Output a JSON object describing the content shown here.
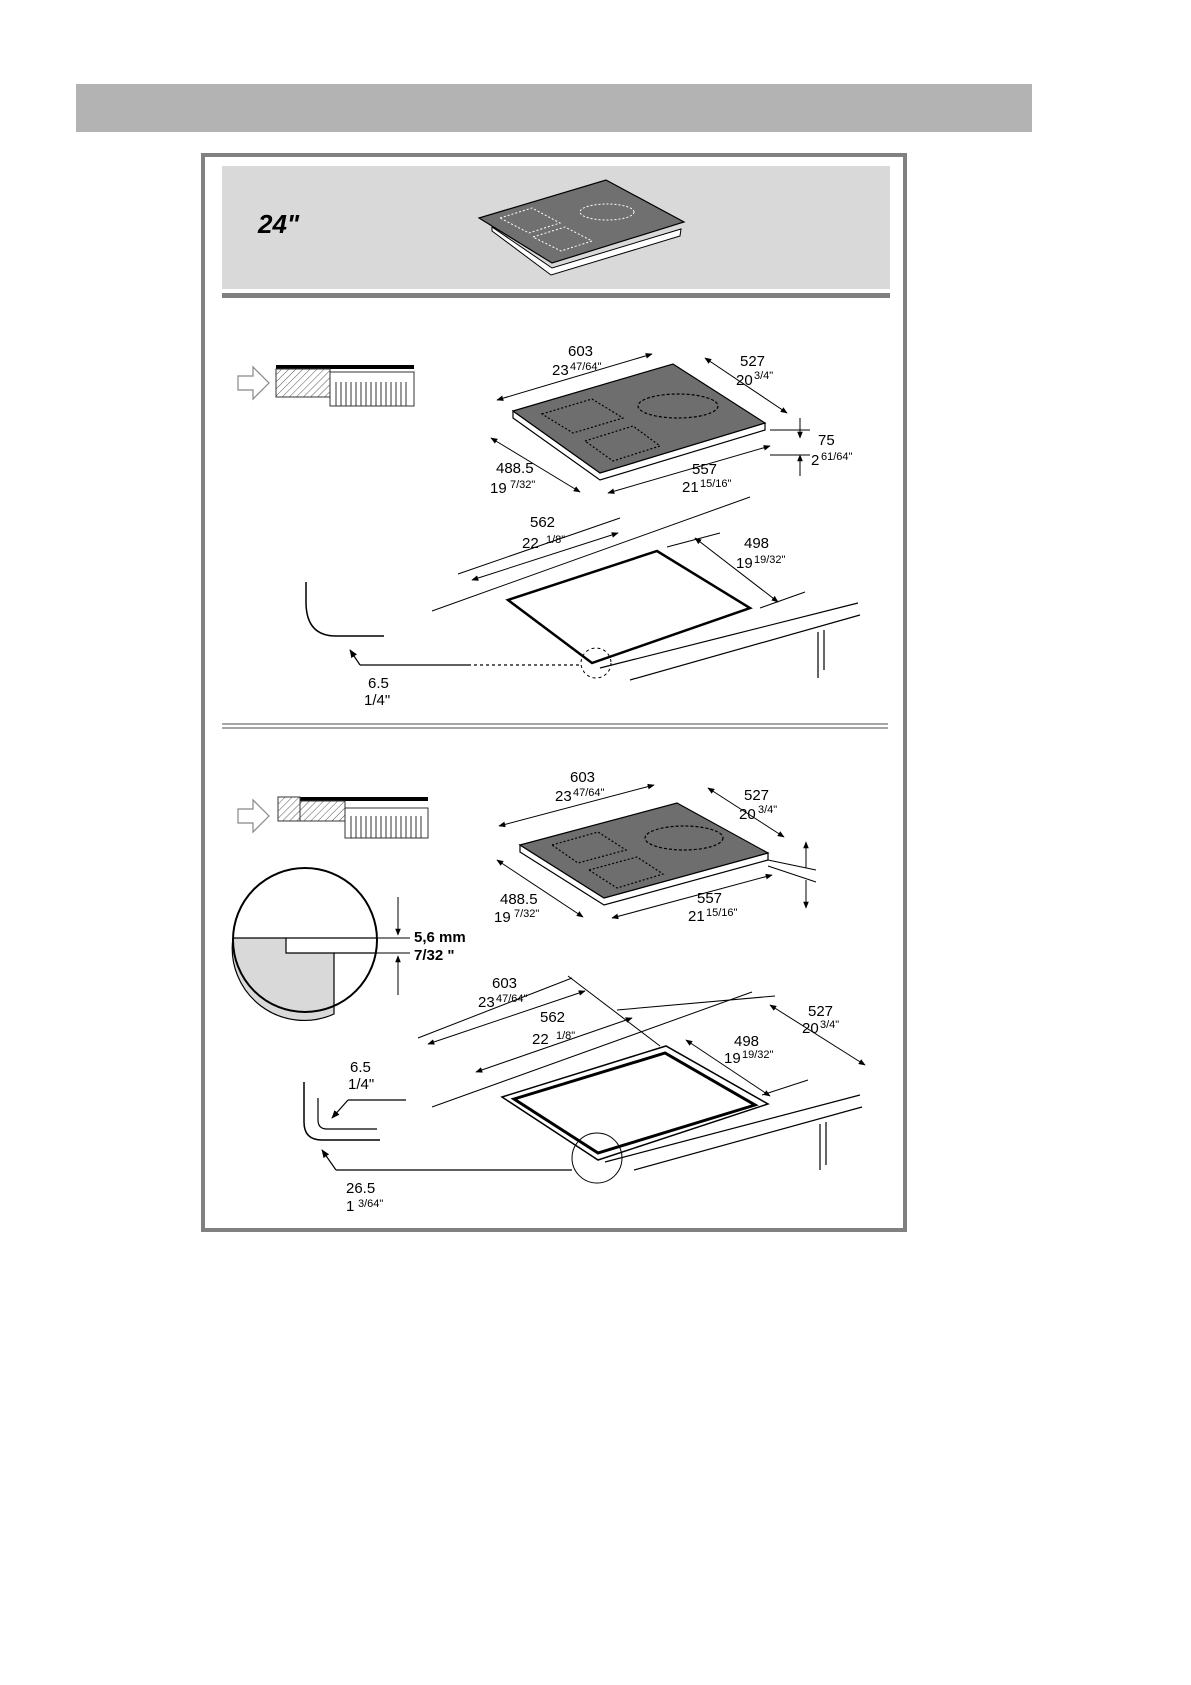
{
  "header": {
    "title": ""
  },
  "model": {
    "size_label": "24\""
  },
  "flush": {
    "width": {
      "mm": "603",
      "in_whole": "23",
      "in_frac": "47/64\""
    },
    "depth": {
      "mm": "527",
      "in_whole": "20",
      "in_frac": "3/4\""
    },
    "height": {
      "mm": "75",
      "in_whole": "2",
      "in_frac": "61/64\""
    },
    "depth_box": {
      "mm": "488.5",
      "in_whole": "19",
      "in_frac": "7/32\""
    },
    "width_box": {
      "mm": "557",
      "in_whole": "21",
      "in_frac": "15/16\""
    },
    "cut_width": {
      "mm": "562",
      "in_whole": "22",
      "in_frac": "1/8\""
    },
    "cut_depth": {
      "mm": "498",
      "in_whole": "19",
      "in_frac": "19/32\""
    },
    "radius": {
      "mm": "6.5",
      "in": "1/4\""
    }
  },
  "recessed": {
    "width": {
      "mm": "603",
      "in_whole": "23",
      "in_frac": "47/64\""
    },
    "depth": {
      "mm": "527",
      "in_whole": "20",
      "in_frac": "3/4\""
    },
    "depth_box": {
      "mm": "488.5",
      "in_whole": "19",
      "in_frac": "7/32\""
    },
    "width_box": {
      "mm": "557",
      "in_whole": "21",
      "in_frac": "15/16\""
    },
    "recess_depth": {
      "mm": "5,6 mm",
      "in": "7/32 \""
    },
    "rebate_width": {
      "mm": "603",
      "in_whole": "23",
      "in_frac": "47/64\""
    },
    "rebate_depth": {
      "mm": "527",
      "in_whole": "20",
      "in_frac": "3/4\""
    },
    "cut_width": {
      "mm": "562",
      "in_whole": "22",
      "in_frac": "1/8\""
    },
    "cut_depth": {
      "mm": "498",
      "in_whole": "19",
      "in_frac": "19/32\""
    },
    "inner_radius": {
      "mm": "6.5",
      "in": "1/4\""
    },
    "outer_radius": {
      "mm": "26.5",
      "in_whole": "1",
      "in_frac": "3/64\""
    }
  },
  "colors": {
    "banner": "#b3b3b3",
    "panel": "#d9d9d9",
    "frame": "#808080",
    "cooktop": "#7a7a7a"
  }
}
